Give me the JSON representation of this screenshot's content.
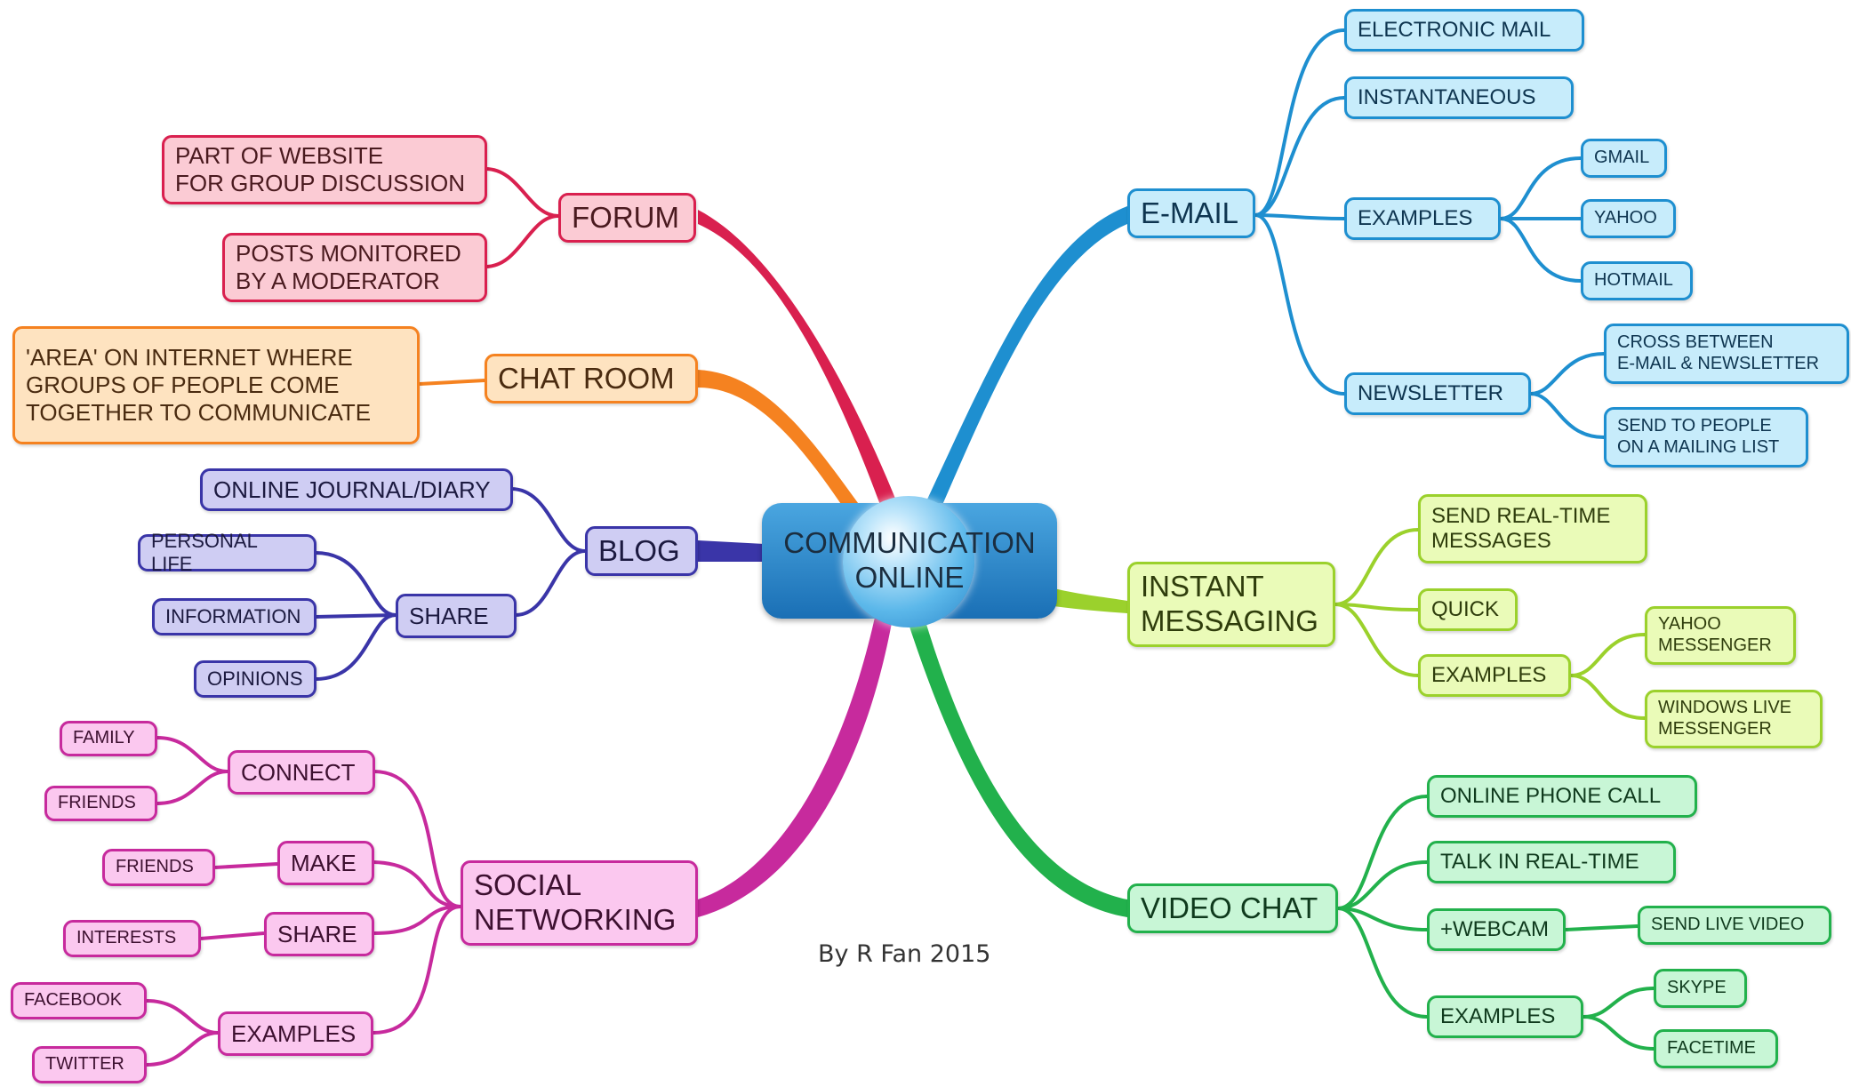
{
  "center": "COMMUNICATION\nONLINE",
  "credit": "By R Fan 2015",
  "forum": {
    "label": "FORUM",
    "details": [
      "PART OF WEBSITE\nFOR GROUP DISCUSSION",
      "POSTS MONITORED\nBY A MODERATOR"
    ]
  },
  "chat_room": {
    "label": "CHAT ROOM",
    "details": [
      "'AREA' ON INTERNET WHERE\nGROUPS OF PEOPLE COME\nTOGETHER TO COMMUNICATE"
    ]
  },
  "blog": {
    "label": "BLOG",
    "journal": "ONLINE JOURNAL/DIARY",
    "share": "SHARE",
    "share_items": [
      "PERSONAL LIFE",
      "INFORMATION",
      "OPINIONS"
    ]
  },
  "social": {
    "label": "SOCIAL\nNETWORKING",
    "connect": "CONNECT",
    "connect_items": [
      "FAMILY",
      "FRIENDS"
    ],
    "make": "MAKE",
    "make_items": [
      "FRIENDS"
    ],
    "share": "SHARE",
    "share_items": [
      "INTERESTS"
    ],
    "examples": "EXAMPLES",
    "examples_items": [
      "FACEBOOK",
      "TWITTER"
    ]
  },
  "email": {
    "label": "E-MAIL",
    "electronic": "ELECTRONIC MAIL",
    "instant": "INSTANTANEOUS",
    "examples": "EXAMPLES",
    "examples_items": [
      "GMAIL",
      "YAHOO",
      "HOTMAIL"
    ],
    "newsletter": "NEWSLETTER",
    "newsletter_items": [
      "CROSS BETWEEN\nE-MAIL & NEWSLETTER",
      "SEND TO PEOPLE\nON A MAILING LIST"
    ]
  },
  "im": {
    "label": "INSTANT\nMESSAGING",
    "realtime": "SEND REAL-TIME\nMESSAGES",
    "quick": "QUICK",
    "examples": "EXAMPLES",
    "examples_items": [
      "YAHOO\nMESSENGER",
      "WINDOWS LIVE\nMESSENGER"
    ]
  },
  "video": {
    "label": "VIDEO CHAT",
    "phone": "ONLINE PHONE CALL",
    "talk": "TALK IN REAL-TIME",
    "webcam": "+WEBCAM",
    "webcam_items": [
      "SEND LIVE VIDEO"
    ],
    "examples": "EXAMPLES",
    "examples_items": [
      "SKYPE",
      "FACETIME"
    ]
  },
  "colors": {
    "forum": "#d9204f",
    "chat_room": "#f58220",
    "blog": "#3a35a8",
    "social": "#c72a9d",
    "email": "#1e8fd0",
    "im": "#9bd12c",
    "video": "#22b14c"
  }
}
